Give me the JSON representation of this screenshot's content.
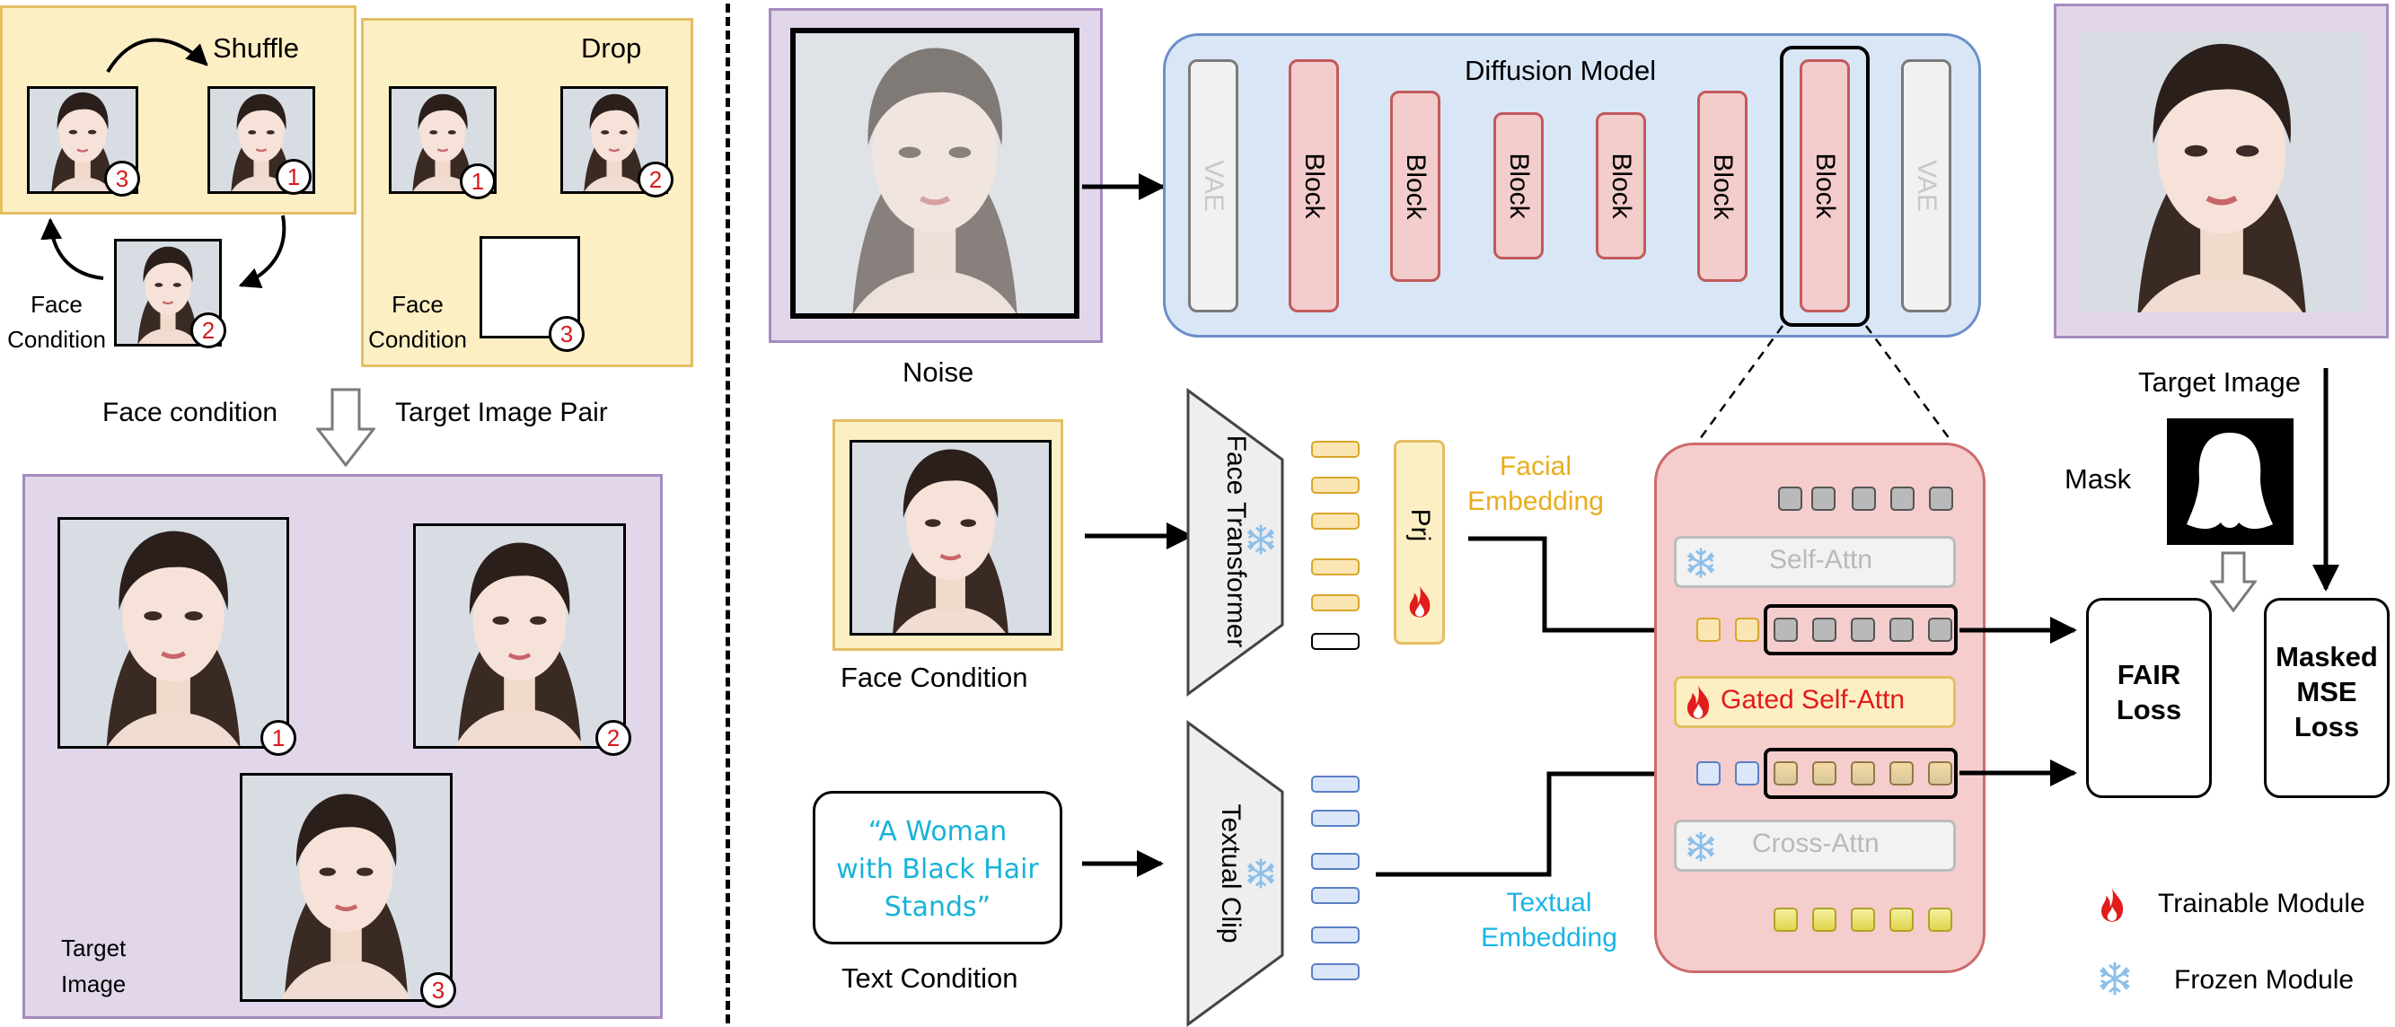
{
  "left_panel": {
    "shuffle_label": "Shuffle",
    "drop_label": "Drop",
    "face_condition_small": "Face\nCondition",
    "pair_left": "Face condition",
    "pair_right": "Target Image Pair",
    "target_image_small": "Target\nImage",
    "badges": [
      "3",
      "1",
      "2",
      "1",
      "2",
      "3",
      "1",
      "2",
      "3"
    ]
  },
  "main": {
    "diffusion_title": "Diffusion Model",
    "vae_label": "VAE",
    "block_label": "Block",
    "noise_label": "Noise",
    "target_image_label": "Target Image",
    "mask_label": "Mask",
    "face_condition_label": "Face Condition",
    "face_transformer": "Face Transformer",
    "prj": "Prj",
    "facial_embedding": "Facial\nEmbedding",
    "textual_clip": "Textual Clip",
    "textual_embedding": "Textual\nEmbedding",
    "text_prompt": "“A Woman\nwith Black Hair\nStands”",
    "text_condition_label": "Text Condition",
    "self_attn": "Self-Attn",
    "gated_self_attn": "Gated Self-Attn",
    "cross_attn": "Cross-Attn",
    "fair_loss": "FAIR\nLoss",
    "masked_mse_loss": "Masked\nMSE\nLoss"
  },
  "legend": {
    "trainable": "Trainable Module",
    "frozen": "Frozen Module"
  },
  "colors": {
    "yellow_panel": "#fdefc4",
    "yellow_border": "#e3bf63",
    "purple_panel": "#e2d6ea",
    "purple_border": "#a58bbf",
    "diffusion_panel": "#d9e6f6",
    "diffusion_border": "#6b8fc9",
    "attn_panel": "#f6cdcd",
    "attn_border": "#cc6b6b",
    "facial_text": "#e9ad1c",
    "textual_text": "#1ab4e6",
    "prompt_text": "#18b3d8",
    "fire": "#e21b1b",
    "snow": "#8cbfe9"
  }
}
